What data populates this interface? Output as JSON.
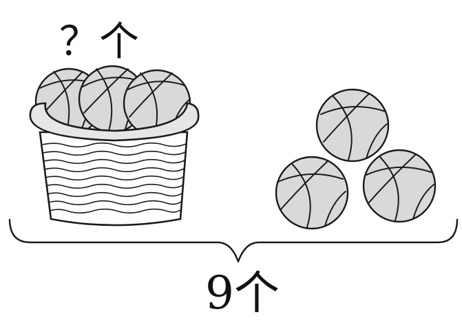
{
  "basket": {
    "unknown_label": "？个",
    "balls_visible_in_basket": 3
  },
  "loose_balls": {
    "count": 3
  },
  "total": {
    "label": "9个"
  },
  "colors": {
    "outline": "#1a1a1a",
    "ball_fill": "#d9d9d9",
    "background": "#ffffff"
  },
  "icons": [
    "basket-icon",
    "basketball-icon",
    "curly-brace"
  ]
}
